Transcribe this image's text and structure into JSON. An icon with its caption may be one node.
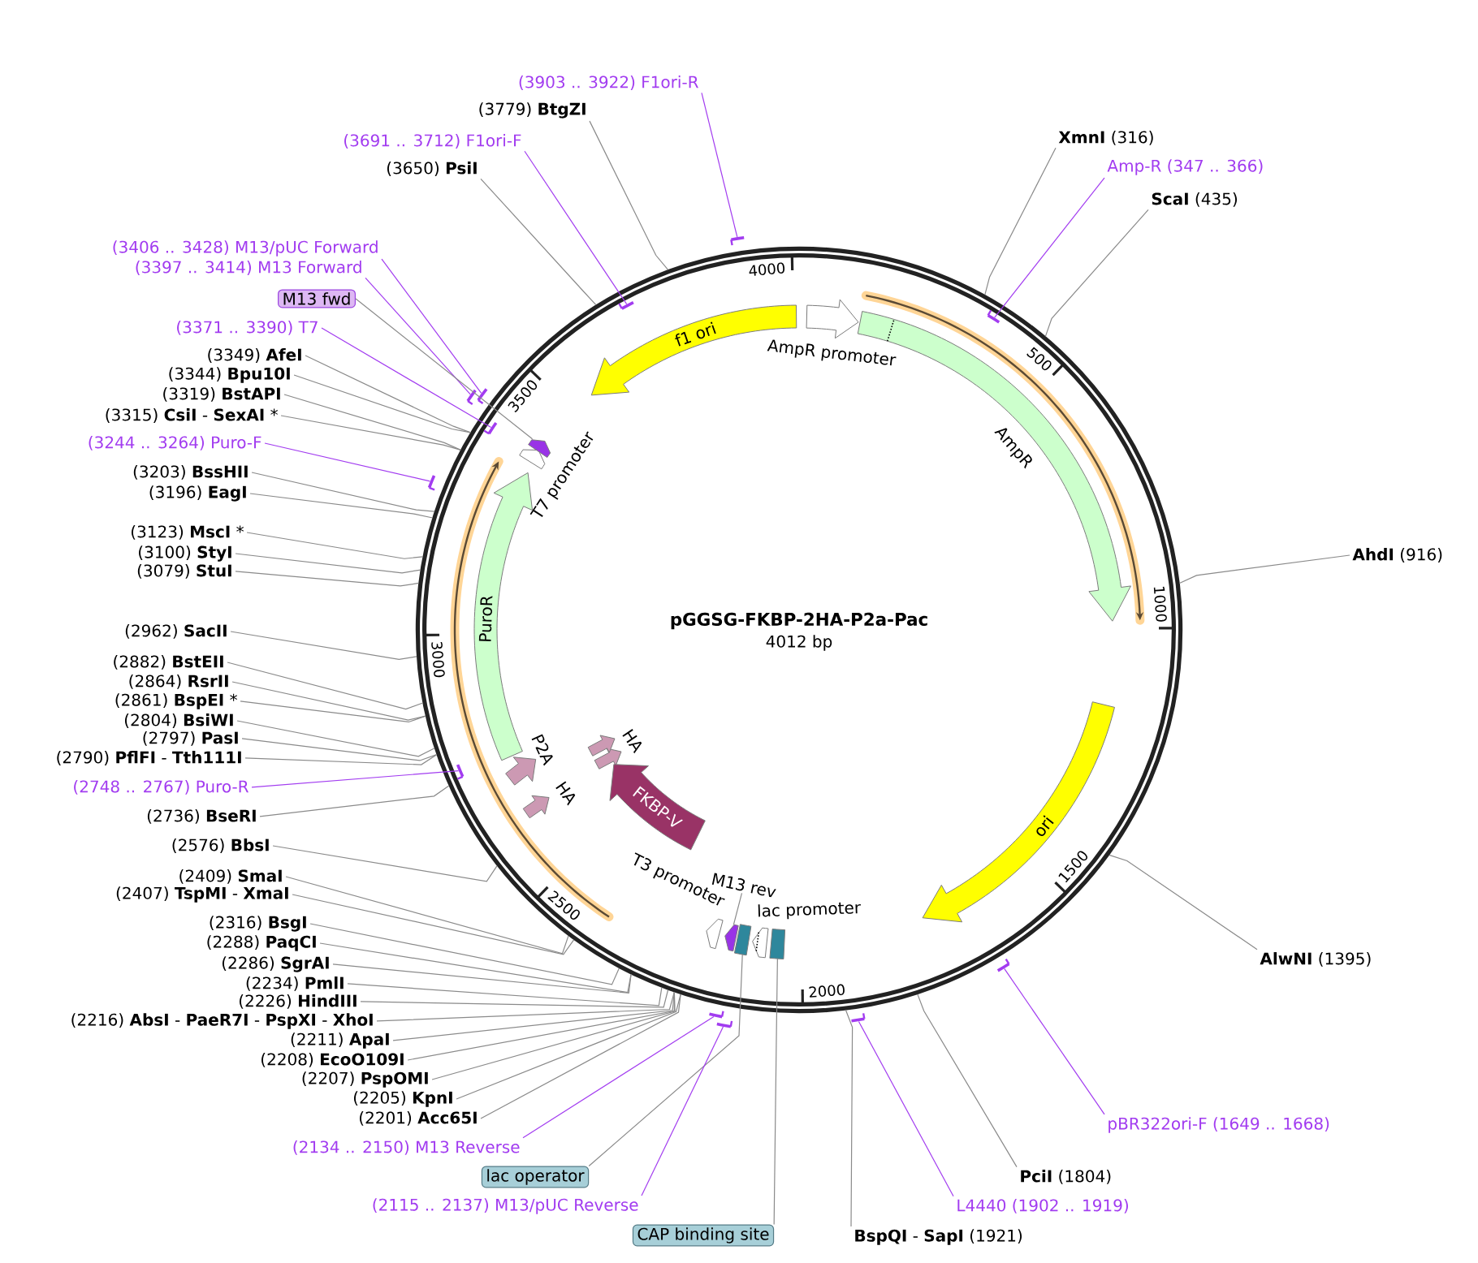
{
  "diagram": {
    "nodes": [
      {
        "text": [
          "pGGSG-FKBP-2HA-P2a-Pac",
          "4012 bp"
        ]
      },
      {
        "text": [
          "f1 ori"
        ],
        "in": 0
      },
      {
        "text": [
          "AmpR promoter"
        ],
        "in": 0
      },
      {
        "text": [
          "AmpR"
        ],
        "in": 0
      },
      {
        "text": [
          "ori"
        ],
        "in": 0
      },
      {
        "text": [
          "T7 promoter"
        ],
        "in": 0
      },
      {
        "text": [],
        "shape": "arrow",
        "in": 0
      },
      {
        "text": [
          "PuroR"
        ],
        "in": 0
      },
      {
        "text": [
          "P2A"
        ],
        "in": 0
      },
      {
        "text": [
          "HA"
        ],
        "in": 0
      },
      {
        "text": [
          "HA"
        ],
        "in": 0
      },
      {
        "text": [
          "FKBP-V"
        ],
        "in": 0
      },
      {
        "text": [
          "T3 promoter"
        ],
        "in": 0
      },
      {
        "text": [
          "M13 rev"
        ],
        "in": 0
      },
      {
        "text": [],
        "shape": "arrow",
        "in": 0
      },
      {
        "text": [],
        "shape": "box",
        "in": 0
      },
      {
        "text": [
          "lac promoter"
        ],
        "in": 0
      },
      {
        "text": [],
        "shape": "box",
        "in": 0
      },
      {
        "text": [],
        "shape": "bar"
      },
      {
        "text": [],
        "shape": "bar",
        "in": 0
      },
      {
        "text": [],
        "shape": "bar",
        "in": 0
      },
      {
        "text": [],
        "shape": "bar"
      },
      {
        "text": [],
        "shape": "bar"
      },
      {
        "text": [],
        "shape": "bar",
        "in": 0
      },
      {
        "text": [],
        "shape": "bar"
      },
      {
        "text": [],
        "shape": "bar",
        "in": 0
      },
      {
        "text": [],
        "shape": "bar"
      },
      {
        "text": [],
        "shape": "bar"
      },
      {
        "text": [],
        "shape": "bar"
      },
      {
        "text": [],
        "shape": "bar"
      },
      {
        "text": [
          "(3903 .. 3922) F1ori-R"
        ]
      },
      {
        "text": [
          "(3779) **BtgZI**"
        ]
      },
      {
        "text": [
          "**XmnI** (316)"
        ]
      },
      {
        "text": [
          "(3691 .. 3712) F1ori-F"
        ]
      },
      {
        "text": [
          "Amp-R (347 .. 366)"
        ]
      },
      {
        "text": [
          "(3650) **PsiI**"
        ]
      },
      {
        "text": [
          "**ScaI** (435)"
        ]
      },
      {
        "text": [
          "(3406 .. 3428) M13/pUC Forward"
        ]
      },
      {
        "text": [
          "(3397 .. 3414) M13 Forward"
        ]
      },
      {
        "text": [
          "M13 fwd"
        ]
      },
      {
        "text": [
          "(3371 .. 3390) T7"
        ]
      },
      {
        "text": [
          "(3349) **AfeI**"
        ]
      },
      {
        "text": [
          "(3344) **Bpu10I**"
        ]
      },
      {
        "text": [
          "(3319) **BstAPI**"
        ]
      },
      {
        "text": [
          "(3315) **CsiI** - **SexAI** *"
        ]
      },
      {
        "text": [
          "(3244 .. 3264) Puro-F"
        ]
      },
      {
        "text": [
          "(3203) **BssHII**"
        ]
      },
      {
        "text": [
          "(3196) **EagI**"
        ]
      },
      {
        "text": [
          "(3123) **MscI** *"
        ]
      },
      {
        "text": [
          "(3100) **StyI**"
        ]
      },
      {
        "text": [
          "**AhdI** (916)"
        ]
      },
      {
        "text": [
          "(3079) **StuI**"
        ]
      },
      {
        "text": [
          "(2962) **SacII**"
        ]
      },
      {
        "text": [
          "(2882) **BstEII**"
        ]
      },
      {
        "text": [
          "(2864) **RsrII**"
        ]
      },
      {
        "text": [
          "(2861) **BspEI** *"
        ]
      },
      {
        "text": [
          "(2804) **BsiWI**"
        ]
      },
      {
        "text": [
          "(2797) **PasI**"
        ]
      },
      {
        "text": [
          "(2790) **PflFI** - **Tth111I**"
        ]
      },
      {
        "text": [
          "(2748 .. 2767) Puro-R"
        ]
      },
      {
        "text": [
          "(2736) **BseRI**"
        ]
      },
      {
        "text": [
          "(2576) **BbsI**"
        ]
      },
      {
        "text": [
          "(2409) **SmaI**"
        ]
      },
      {
        "text": [
          "(2407) **TspMI** - **XmaI**"
        ]
      },
      {
        "text": [
          "(2316) **BsgI**"
        ]
      },
      {
        "text": [
          "(2288) **PaqCI**"
        ]
      },
      {
        "text": [
          "**AlwNI** (1395)"
        ]
      },
      {
        "text": [
          "(2286) **SgrAI**"
        ]
      },
      {
        "text": [
          "(2234) **PmlI**"
        ]
      },
      {
        "text": [
          "(2226) **HindIII**"
        ]
      },
      {
        "text": [
          "(2216) **AbsI** - **PaeR7I** - **PspXI** - **XhoI**"
        ]
      },
      {
        "text": [
          "(2211) **ApaI**"
        ]
      },
      {
        "text": [
          "(2208) **EcoO109I**"
        ]
      },
      {
        "text": [
          "(2207) **PspOMI**"
        ]
      },
      {
        "text": [
          "(2205) **KpnI**"
        ]
      },
      {
        "text": [
          "(2201) **Acc65I**"
        ]
      },
      {
        "text": [
          "pBR322ori-F (1649 .. 1668)"
        ]
      },
      {
        "text": [
          "(2134 .. 2150) M13 Reverse"
        ]
      },
      {
        "text": [
          "lac operator"
        ]
      },
      {
        "text": [
          "**PciI** (1804)"
        ]
      },
      {
        "text": [
          "(2115 .. 2137) M13/pUC Reverse"
        ]
      },
      {
        "text": [
          "L4440 (1902 .. 1919)"
        ]
      },
      {
        "text": [
          "CAP binding site"
        ]
      },
      {
        "text": [
          "**BspQI** - **SapI** (1921)"
        ]
      }
    ],
    "edges": [
      {
        "from": 13,
        "to": 14,
        "arrow": "none"
      },
      {
        "from": 30,
        "to": 18,
        "arrow": "none",
        "color": "#a23cf0"
      },
      {
        "from": 31,
        "to": 0,
        "arrow": "none"
      },
      {
        "from": 32,
        "to": 0,
        "arrow": "none"
      },
      {
        "from": 33,
        "to": 19,
        "arrow": "none",
        "color": "#a23cf0"
      },
      {
        "from": 34,
        "to": 20,
        "arrow": "none",
        "color": "#a23cf0"
      },
      {
        "from": 35,
        "to": 0,
        "arrow": "none"
      },
      {
        "from": 36,
        "to": 0,
        "arrow": "none"
      },
      {
        "from": 37,
        "to": 21,
        "arrow": "none",
        "color": "#a23cf0"
      },
      {
        "from": 38,
        "to": 22,
        "arrow": "none",
        "color": "#a23cf0"
      },
      {
        "from": 39,
        "to": 6,
        "arrow": "none"
      },
      {
        "from": 40,
        "to": 23,
        "arrow": "none",
        "color": "#a23cf0"
      },
      {
        "from": 41,
        "to": 0,
        "arrow": "none"
      },
      {
        "from": 42,
        "to": 0,
        "arrow": "none"
      },
      {
        "from": 43,
        "to": 0,
        "arrow": "none"
      },
      {
        "from": 44,
        "to": 0,
        "arrow": "none"
      },
      {
        "from": 45,
        "to": 24,
        "arrow": "none",
        "color": "#a23cf0"
      },
      {
        "from": 46,
        "to": 0,
        "arrow": "none"
      },
      {
        "from": 47,
        "to": 0,
        "arrow": "none"
      },
      {
        "from": 48,
        "to": 0,
        "arrow": "none"
      },
      {
        "from": 49,
        "to": 0,
        "arrow": "none"
      },
      {
        "from": 50,
        "to": 0,
        "arrow": "none"
      },
      {
        "from": 51,
        "to": 0,
        "arrow": "none"
      },
      {
        "from": 52,
        "to": 0,
        "arrow": "none"
      },
      {
        "from": 53,
        "to": 0,
        "arrow": "none"
      },
      {
        "from": 54,
        "to": 0,
        "arrow": "none"
      },
      {
        "from": 55,
        "to": 0,
        "arrow": "none"
      },
      {
        "from": 56,
        "to": 0,
        "arrow": "none"
      },
      {
        "from": 57,
        "to": 0,
        "arrow": "none"
      },
      {
        "from": 58,
        "to": 0,
        "arrow": "none"
      },
      {
        "from": 59,
        "to": 25,
        "arrow": "none",
        "color": "#a23cf0"
      },
      {
        "from": 60,
        "to": 0,
        "arrow": "none"
      },
      {
        "from": 61,
        "to": 0,
        "arrow": "none"
      },
      {
        "from": 62,
        "to": 0,
        "arrow": "none"
      },
      {
        "from": 63,
        "to": 0,
        "arrow": "none"
      },
      {
        "from": 64,
        "to": 0,
        "arrow": "none"
      },
      {
        "from": 65,
        "to": 0,
        "arrow": "none"
      },
      {
        "from": 66,
        "to": 0,
        "arrow": "none"
      },
      {
        "from": 67,
        "to": 0,
        "arrow": "none"
      },
      {
        "from": 68,
        "to": 0,
        "arrow": "none"
      },
      {
        "from": 69,
        "to": 0,
        "arrow": "none"
      },
      {
        "from": 70,
        "to": 0,
        "arrow": "none"
      },
      {
        "from": 71,
        "to": 0,
        "arrow": "none"
      },
      {
        "from": 72,
        "to": 0,
        "arrow": "none"
      },
      {
        "from": 73,
        "to": 0,
        "arrow": "none"
      },
      {
        "from": 74,
        "to": 0,
        "arrow": "none"
      },
      {
        "from": 75,
        "to": 0,
        "arrow": "none"
      },
      {
        "from": 76,
        "to": 26,
        "arrow": "none",
        "color": "#a23cf0"
      },
      {
        "from": 77,
        "to": 27,
        "arrow": "none",
        "color": "#a23cf0"
      },
      {
        "from": 78,
        "to": 15,
        "arrow": "none"
      },
      {
        "from": 79,
        "to": 0,
        "arrow": "none"
      },
      {
        "from": 80,
        "to": 28,
        "arrow": "none",
        "color": "#a23cf0"
      },
      {
        "from": 81,
        "to": 29,
        "arrow": "none",
        "color": "#a23cf0"
      },
      {
        "from": 82,
        "to": 17,
        "arrow": "none"
      },
      {
        "from": 83,
        "to": 0,
        "arrow": "none"
      }
    ],
    "labels": [
      "500",
      "1000",
      "1500",
      "2000",
      "2500",
      "3000",
      "3500",
      "4000"
    ]
  }
}
